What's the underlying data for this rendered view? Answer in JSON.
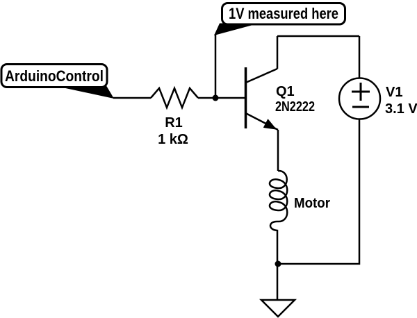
{
  "colors": {
    "background": "#ffffff",
    "line": "#000000"
  },
  "diagram": {
    "type": "circuit-schematic",
    "callouts": {
      "input": {
        "text": "ArduinoControl"
      },
      "measurement": {
        "text": "1V measured here"
      }
    },
    "components": {
      "resistor": {
        "ref": "R1",
        "value": "1 kΩ"
      },
      "transistor": {
        "ref": "Q1",
        "part": "2N2222"
      },
      "source": {
        "ref": "V1",
        "value": "3.1 V"
      },
      "motor": {
        "label": "Motor"
      }
    }
  }
}
